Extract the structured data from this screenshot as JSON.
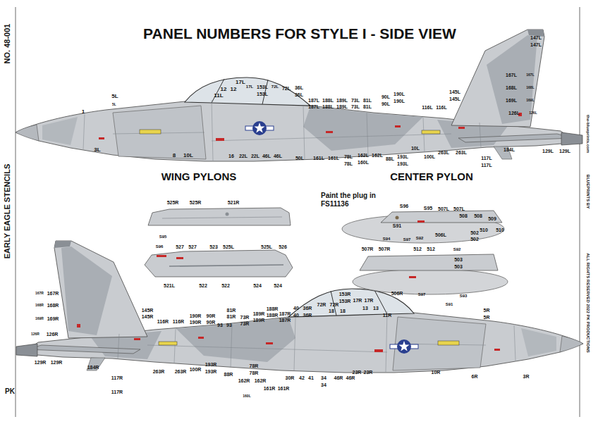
{
  "diagram": {
    "title": "PANEL NUMBERS FOR STYLE I - SIDE VIEW",
    "labels": [
      "NO. 48-001",
      "EARLY EAGLE STENCILS",
      "WING PYLONS",
      "CENTER PYLON",
      "Paint the plug in FS11136",
      "ALL RIGHTS RESERVED 2022 PK PRODUCTIONS",
      "BLUEPRINTS BY",
      "the-blueprints.com",
      "PK",
      "1",
      "5L",
      "5L",
      "3L",
      "8",
      "10L",
      "11L",
      "12",
      "12",
      "17L",
      "17L",
      "153L",
      "72L",
      "72L",
      "153L",
      "36L",
      "36L",
      "187L",
      "188L",
      "189L",
      "73L",
      "81L",
      "187L",
      "188L",
      "189L",
      "73L",
      "81L",
      "90L",
      "190L",
      "90L",
      "190L",
      "116L",
      "116L",
      "145L",
      "145L",
      "147L",
      "147L",
      "167L",
      "167L",
      "168L",
      "168L",
      "169L",
      "169L",
      "126L",
      "126L",
      "16",
      "22L",
      "22L",
      "46L",
      "46L",
      "50L",
      "161L",
      "161L",
      "78L",
      "78L",
      "162L",
      "160L",
      "162L",
      "88L",
      "193L",
      "193L",
      "10L",
      "100L",
      "263L",
      "263L",
      "117L",
      "117L",
      "184L",
      "129L",
      "129L",
      "525R",
      "525R",
      "521R",
      "S95",
      "S96",
      "527",
      "527",
      "523",
      "525L",
      "525L",
      "526",
      "521L",
      "522",
      "522",
      "524",
      "524",
      "S96",
      "S95",
      "507L",
      "507L",
      "508",
      "508",
      "509",
      "510",
      "510",
      "S91",
      "506L",
      "502",
      "502",
      "S94",
      "S97",
      "S92",
      "507R",
      "507R",
      "512",
      "512",
      "S92",
      "503",
      "503",
      "506R",
      "S97",
      "S91",
      "S93",
      "167R",
      "167R",
      "168R",
      "168R",
      "169R",
      "169R",
      "126R",
      "126R",
      "129R",
      "129R",
      "184R",
      "117R",
      "117R",
      "145R",
      "145R",
      "116R",
      "116R",
      "190R",
      "190R",
      "90R",
      "90R",
      "93",
      "93",
      "81R",
      "81R",
      "73R",
      "73R",
      "189R",
      "189R",
      "188R",
      "188R",
      "187R",
      "187R",
      "40",
      "36R",
      "40",
      "36R",
      "72R",
      "72R",
      "18",
      "18",
      "153R",
      "153R",
      "17R",
      "17R",
      "13",
      "13",
      "11R",
      "5R",
      "5R",
      "263R",
      "263R",
      "100R",
      "193R",
      "193R",
      "88R",
      "78R",
      "78R",
      "162R",
      "162R",
      "161R",
      "161R",
      "160L",
      "30R",
      "42",
      "41",
      "34",
      "34",
      "46R",
      "46R",
      "23R",
      "23R",
      "10R",
      "6R",
      "3R"
    ]
  }
}
